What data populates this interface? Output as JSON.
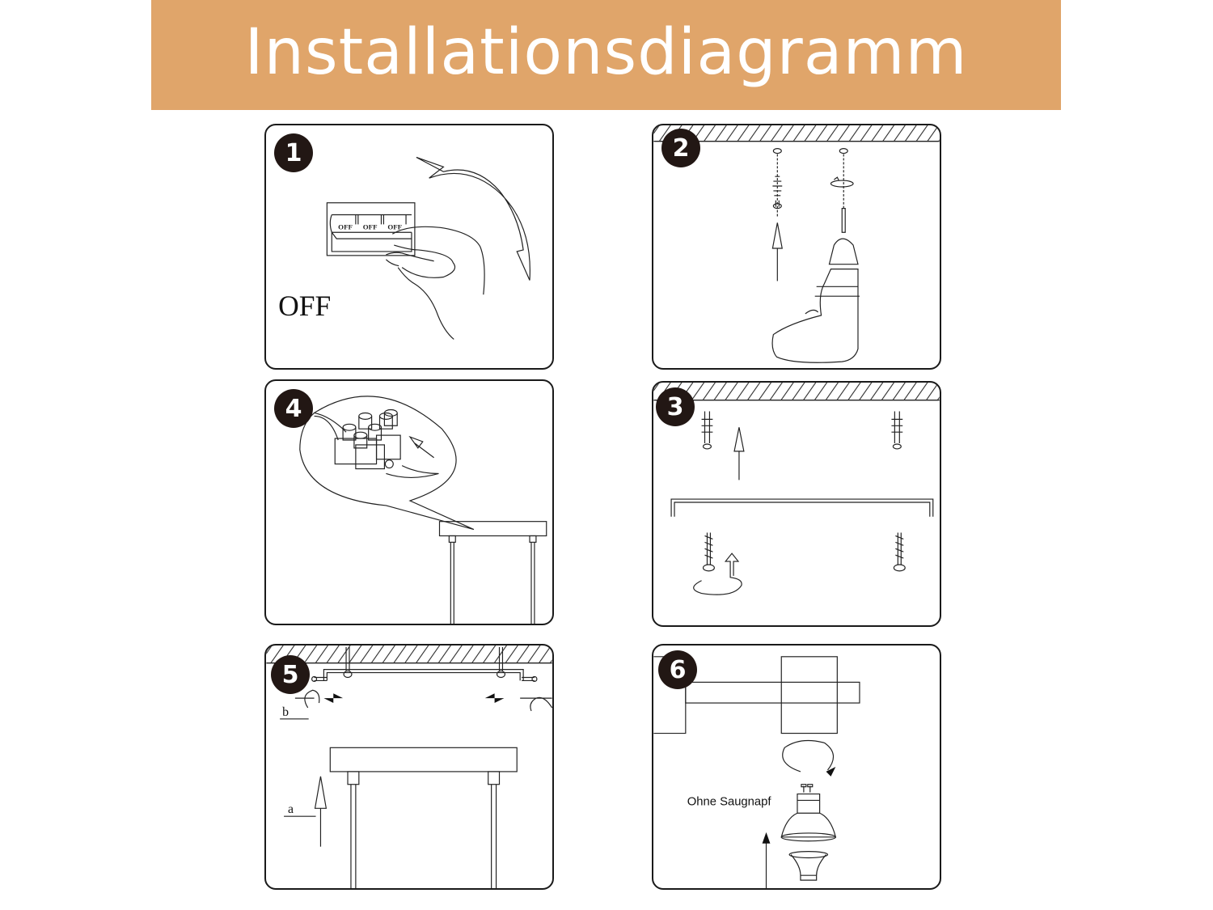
{
  "header": {
    "title": "Installationsdiagramm",
    "background_color": "#e0a56a",
    "text_color": "#ffffff"
  },
  "steps": [
    {
      "number": "1",
      "description": "Turn off power at circuit breaker",
      "labels": {
        "big_label": "OFF",
        "switch_labels": [
          "OFF",
          "OFF",
          "OFF"
        ]
      },
      "icons": [
        "circuit-breaker-icon",
        "hand-icon",
        "curved-arrow-icon"
      ]
    },
    {
      "number": "2",
      "description": "Drill holes in ceiling and insert wall plugs",
      "icons": [
        "ceiling-hatch-icon",
        "wall-plug-icon",
        "up-arrow-icon",
        "drill-icon",
        "rotation-arrow-icon"
      ]
    },
    {
      "number": "3",
      "description": "Fix mounting bracket with screws",
      "icons": [
        "ceiling-hatch-icon",
        "wall-plug-icon",
        "up-arrow-icon",
        "mounting-bracket-icon",
        "screw-icon",
        "rotation-arrow-icon"
      ]
    },
    {
      "number": "4",
      "description": "Connect wires to terminal block",
      "icons": [
        "terminal-block-icon",
        "wires-icon",
        "ground-symbol-icon",
        "arrow-icon",
        "canopy-icon"
      ]
    },
    {
      "number": "5",
      "description": "Lift canopy and tighten side screws",
      "labels": {
        "label_a": "a",
        "label_b": "b"
      },
      "icons": [
        "ceiling-hatch-icon",
        "mounting-bracket-icon",
        "side-screw-icon",
        "rotation-arrow-icon",
        "up-arrow-icon",
        "canopy-icon"
      ]
    },
    {
      "number": "6",
      "description": "Insert GU10 bulb",
      "labels": {
        "bulb_note": "Ohne Saugnapf"
      },
      "icons": [
        "lamp-housing-icon",
        "rotation-arrow-icon",
        "gu10-bulb-icon",
        "suction-cup-icon",
        "up-arrow-icon"
      ]
    }
  ]
}
